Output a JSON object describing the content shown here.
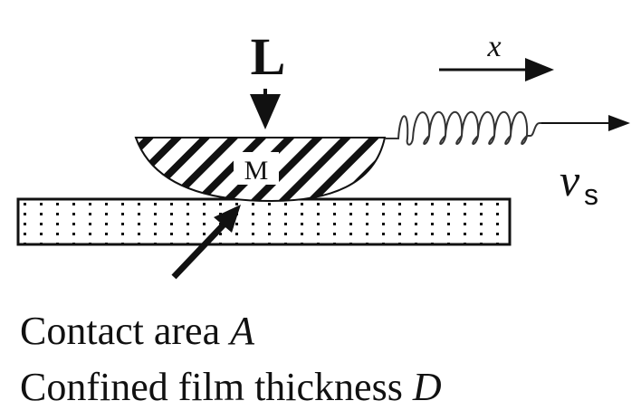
{
  "labels": {
    "load": "L",
    "mass": "M",
    "direction": "x",
    "velocity_symbol": "v",
    "velocity_subscript": "s"
  },
  "captions": [
    {
      "text": "Contact area ",
      "symbol": "A"
    },
    {
      "text": "Confined film thickness ",
      "symbol": "D"
    }
  ]
}
